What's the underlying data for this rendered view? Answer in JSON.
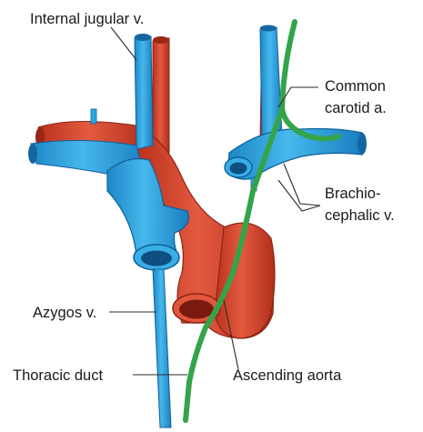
{
  "labels": {
    "internal_jugular": "Internal jugular v.",
    "common_carotid_line1": "Common",
    "common_carotid_line2": "carotid a.",
    "brachiocephalic_line1": "Brachio-",
    "brachiocephalic_line2": "cephalic v.",
    "azygos": "Azygos v.",
    "thoracic_duct": "Thoracic duct",
    "ascending_aorta": "Ascending aorta"
  },
  "colors": {
    "vein": "#2aa6e0",
    "vein_dark": "#1578b5",
    "artery": "#d8452e",
    "artery_dark": "#9a2616",
    "duct": "#34a44a",
    "label": "#1a1a1a"
  }
}
